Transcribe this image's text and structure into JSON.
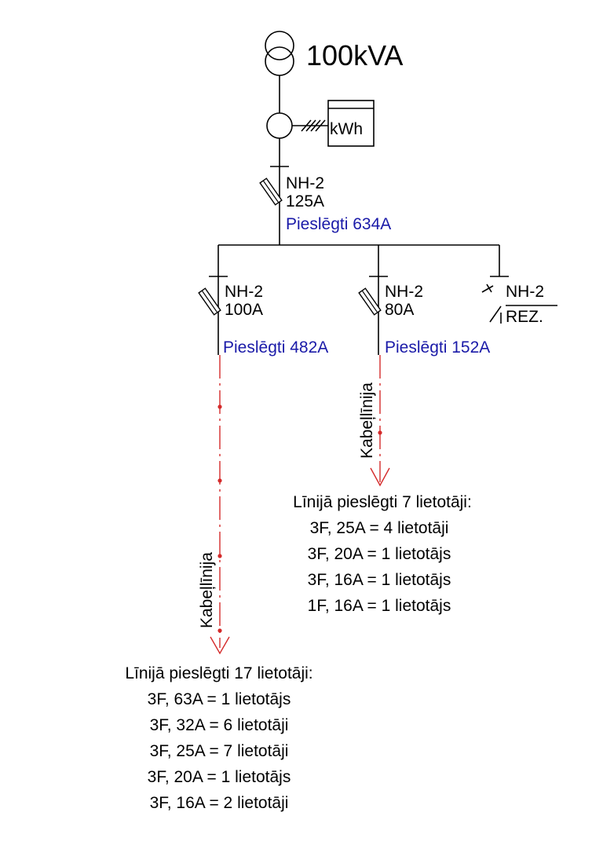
{
  "transformer": {
    "rating": "100kVA"
  },
  "meter": {
    "label": "kWh"
  },
  "main_fuse": {
    "type": "NH-2",
    "current": "125A",
    "connected": "Pieslēgti 634A"
  },
  "feeders": [
    {
      "type": "NH-2",
      "current": "100A",
      "connected": "Pieslēgti 482A",
      "cable_label": "Kabeļlīnija"
    },
    {
      "type": "NH-2",
      "current": "80A",
      "connected": "Pieslēgti 152A",
      "cable_label": "Kabeļlīnija"
    },
    {
      "type": "NH-2",
      "current": "REZ."
    }
  ],
  "summaries": [
    {
      "heading": "Līnijā pieslēgti 17 lietotāji:",
      "lines": [
        "3F, 63A = 1 lietotājs",
        "3F, 32A = 6 lietotāji",
        "3F, 25A = 7 lietotāji",
        "3F, 20A = 1 lietotājs",
        "3F, 16A = 2 lietotāji"
      ]
    },
    {
      "heading": "Līnijā pieslēgti 7 lietotāji:",
      "lines": [
        "3F, 25A = 4 lietotāji",
        "3F, 20A = 1 lietotājs",
        "3F, 16A = 1 lietotājs",
        "1F, 16A = 1 lietotājs"
      ]
    }
  ],
  "colors": {
    "line": "#000000",
    "connected_text": "#1a1aa8",
    "cable": "#d42a2a"
  }
}
